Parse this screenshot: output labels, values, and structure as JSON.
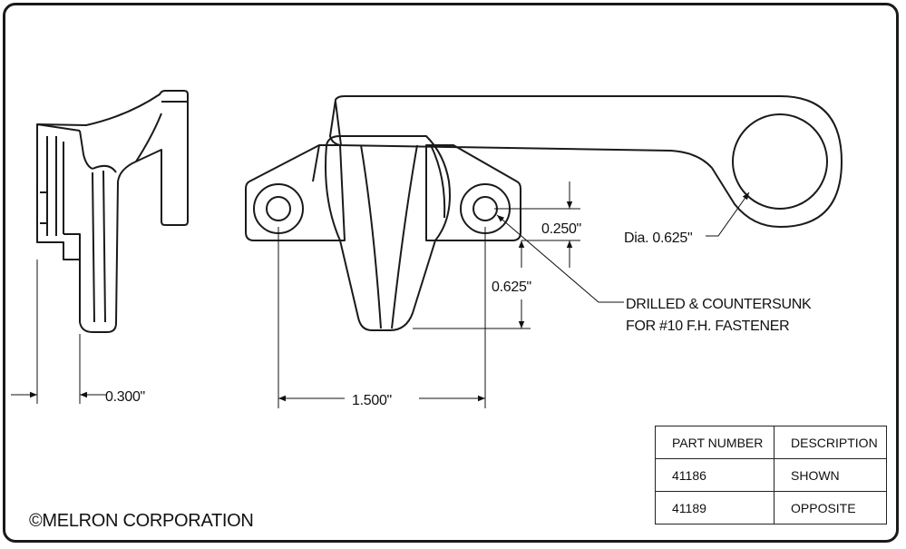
{
  "dimensions": {
    "width_300": "0.300\"",
    "width_1500": "1.500\"",
    "height_250": "0.250\"",
    "height_625": "0.625\"",
    "hole_dia": "Dia. 0.625\""
  },
  "notes": {
    "drill_line1": "DRILLED & COUNTERSUNK",
    "drill_line2": "FOR #10 F.H. FASTENER"
  },
  "table": {
    "headers": [
      "PART NUMBER",
      "DESCRIPTION"
    ],
    "rows": [
      [
        "41186",
        "SHOWN"
      ],
      [
        "41189",
        "OPPOSITE"
      ]
    ]
  },
  "copyright": "©MELRON CORPORATION",
  "colors": {
    "line": "#1a1a1a",
    "background": "#ffffff"
  }
}
